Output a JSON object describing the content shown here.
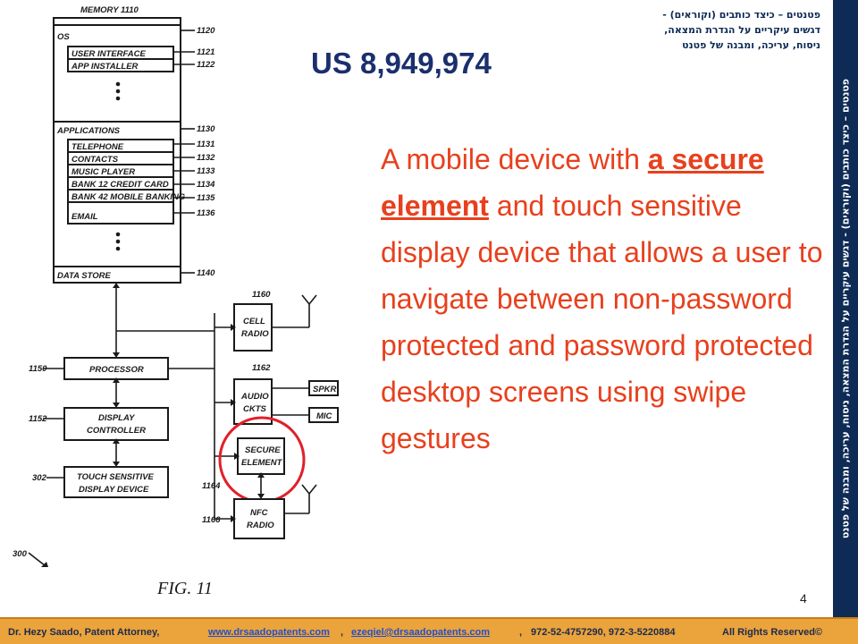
{
  "header": {
    "hebrew_line1_pre": "פטנטים – כיצד כותבים (וקוראים) -",
    "hebrew_line2": "דגשים עיקריים על הגדרת המצאה,",
    "hebrew_line3": "ניסוח, עריכה, ומבנה של פטנט"
  },
  "sidebar": {
    "text": "פטנטים – כיצד כותבים (וקוראים) - דגשים עיקריים על הגדרת המצאה, ניסוח, עריכה, ומבנה של פטנט"
  },
  "title": "US 8,949,974",
  "body": {
    "part1": "A mobile device with ",
    "highlight": "a secure element",
    "part2": " and touch sensitive display device that allows a user to navigate between non-password protected and password protected desktop screens using swipe gestures"
  },
  "slide_number": "4",
  "footer": {
    "author": "Dr. Hezy Saado, Patent Attorney,",
    "website": "www.drsaadopatents.com",
    "email": "ezeqiel@drsaadopatents.com",
    "phones": "972-52-4757290, 972-3-5220884",
    "rights": "All Rights Reserved©"
  },
  "figure": {
    "caption": "FIG. 11",
    "fig_ref": "300",
    "memory_label": "MEMORY 1110",
    "os": "OS",
    "user_interface": "USER INTERFACE",
    "app_installer": "APP INSTALLER",
    "applications": "APPLICATIONS",
    "telephone": "TELEPHONE",
    "contacts": "CONTACTS",
    "music_player": "MUSIC PLAYER",
    "bank12": "BANK 12 CREDIT CARD",
    "bank42": "BANK 42 MOBILE BANKING",
    "email": "EMAIL",
    "data_store": "DATA STORE",
    "processor": "PROCESSOR",
    "display_controller_1": "DISPLAY",
    "display_controller_2": "CONTROLLER",
    "touch_display_1": "TOUCH SENSITIVE",
    "touch_display_2": "DISPLAY DEVICE",
    "cell_radio_1": "CELL",
    "cell_radio_2": "RADIO",
    "audio_1": "AUDIO",
    "audio_2": "CKTS",
    "spkr": "SPKR",
    "mic": "MIC",
    "secure_1": "SECURE",
    "secure_2": "ELEMENT",
    "nfc_1": "NFC",
    "nfc_2": "RADIO",
    "refs": {
      "r1120": "1120",
      "r1121": "1121",
      "r1122": "1122",
      "r1130": "1130",
      "r1131": "1131",
      "r1132": "1132",
      "r1133": "1133",
      "r1134": "1134",
      "r1135": "1135",
      "r1136": "1136",
      "r1140": "1140",
      "r1150": "1150",
      "r1152": "1152",
      "r302": "302",
      "r1160": "1160",
      "r1162": "1162",
      "r1164": "1164",
      "r1166": "1166"
    }
  },
  "colors": {
    "body_text": "#e8401d",
    "title": "#1a2f6d",
    "sidebar_bg": "#0d2b55",
    "accent_gold": "#e5a100",
    "footer_bg": "#eba33b",
    "link": "#1f4fd1",
    "highlight_circle": "#e0202a"
  }
}
